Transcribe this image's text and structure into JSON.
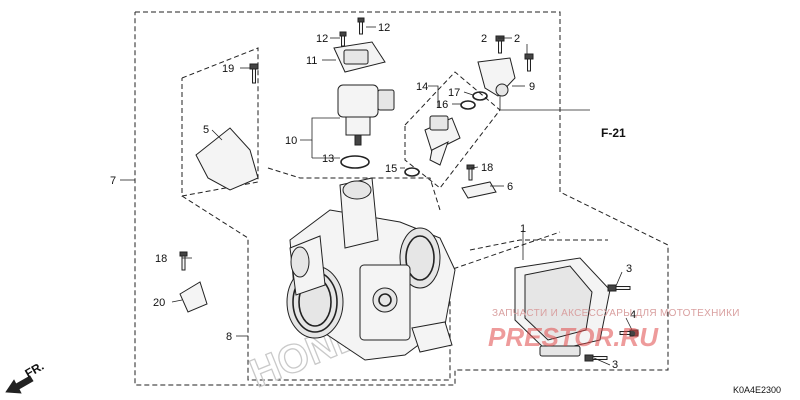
{
  "diagram": {
    "callouts": [
      {
        "id": "c1",
        "text": "1"
      },
      {
        "id": "c2a",
        "text": "2"
      },
      {
        "id": "c2b",
        "text": "2"
      },
      {
        "id": "c3a",
        "text": "3"
      },
      {
        "id": "c3b",
        "text": "3"
      },
      {
        "id": "c4",
        "text": "4"
      },
      {
        "id": "c5",
        "text": "5"
      },
      {
        "id": "c6",
        "text": "6"
      },
      {
        "id": "c7",
        "text": "7"
      },
      {
        "id": "c8",
        "text": "8"
      },
      {
        "id": "c9",
        "text": "9"
      },
      {
        "id": "c10",
        "text": "10"
      },
      {
        "id": "c11",
        "text": "11"
      },
      {
        "id": "c12a",
        "text": "12"
      },
      {
        "id": "c12b",
        "text": "12"
      },
      {
        "id": "c13",
        "text": "13"
      },
      {
        "id": "c14",
        "text": "14"
      },
      {
        "id": "c15",
        "text": "15"
      },
      {
        "id": "c16",
        "text": "16"
      },
      {
        "id": "c17",
        "text": "17"
      },
      {
        "id": "c18a",
        "text": "18"
      },
      {
        "id": "c18b",
        "text": "18"
      },
      {
        "id": "c19",
        "text": "19"
      },
      {
        "id": "c20",
        "text": "20"
      }
    ],
    "reference": "F-21",
    "direction": "FR.",
    "diagram_code": "K0A4E2300",
    "brand_watermark": "HONDA",
    "watermark": {
      "tagline": "ЗАПЧАСТИ И АКСЕССУАРЫ ДЛЯ МОТОТЕХНИКИ",
      "logo": "PRESTOR.RU"
    }
  }
}
